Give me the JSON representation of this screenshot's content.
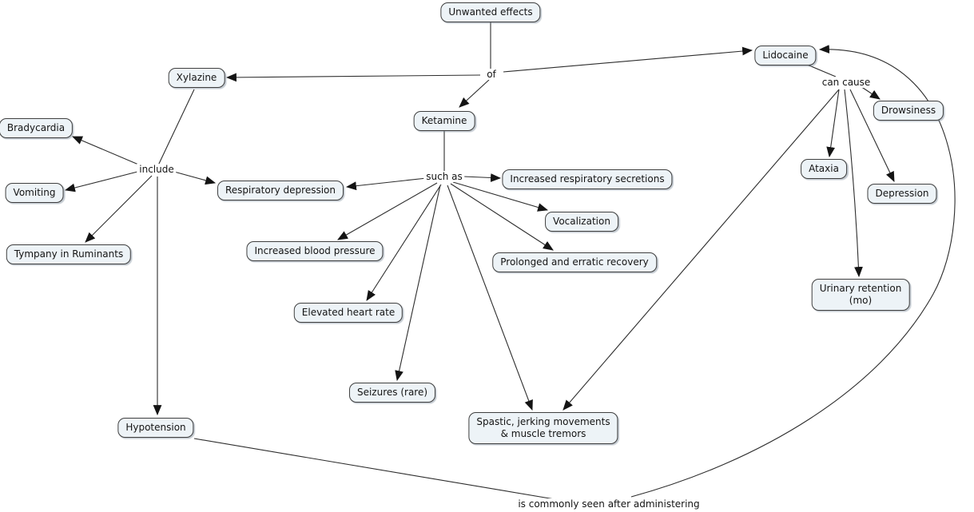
{
  "nodes": {
    "unwanted_effects": {
      "label": "Unwanted effects"
    },
    "xylazine": {
      "label": "Xylazine"
    },
    "bradycardia": {
      "label": "Bradycardia"
    },
    "vomiting": {
      "label": "Vomiting"
    },
    "tympany": {
      "label": "Tympany in Ruminants"
    },
    "ketamine": {
      "label": "Ketamine"
    },
    "respiratory_depression": {
      "label": "Respiratory depression"
    },
    "increased_respiratory_secretions": {
      "label": "Increased respiratory secretions"
    },
    "vocalization": {
      "label": "Vocalization"
    },
    "prolonged_erratic_recovery": {
      "label": "Prolonged and erratic recovery"
    },
    "increased_blood_pressure": {
      "label": "Increased blood pressure"
    },
    "elevated_heart_rate": {
      "label": "Elevated heart rate"
    },
    "seizures": {
      "label": "Seizures (rare)"
    },
    "spastic_movements": {
      "label": "Spastic, jerking movements\n& muscle tremors"
    },
    "hypotension": {
      "label": "Hypotension"
    },
    "lidocaine": {
      "label": "Lidocaine"
    },
    "drowsiness": {
      "label": "Drowsiness"
    },
    "ataxia": {
      "label": "Ataxia"
    },
    "depression": {
      "label": "Depression"
    },
    "urinary_retention": {
      "label": "Urinary retention\n(mo)"
    }
  },
  "link_labels": {
    "of": "of",
    "include": "include",
    "such_as": "such as",
    "can_cause": "can cause",
    "commonly_seen": "is commonly seen after administering"
  },
  "colors": {
    "node_fill": "#edf3f7",
    "node_border": "#3f3f3f",
    "line": "#2d2d2d",
    "text": "#141414",
    "background": "#ffffff"
  }
}
